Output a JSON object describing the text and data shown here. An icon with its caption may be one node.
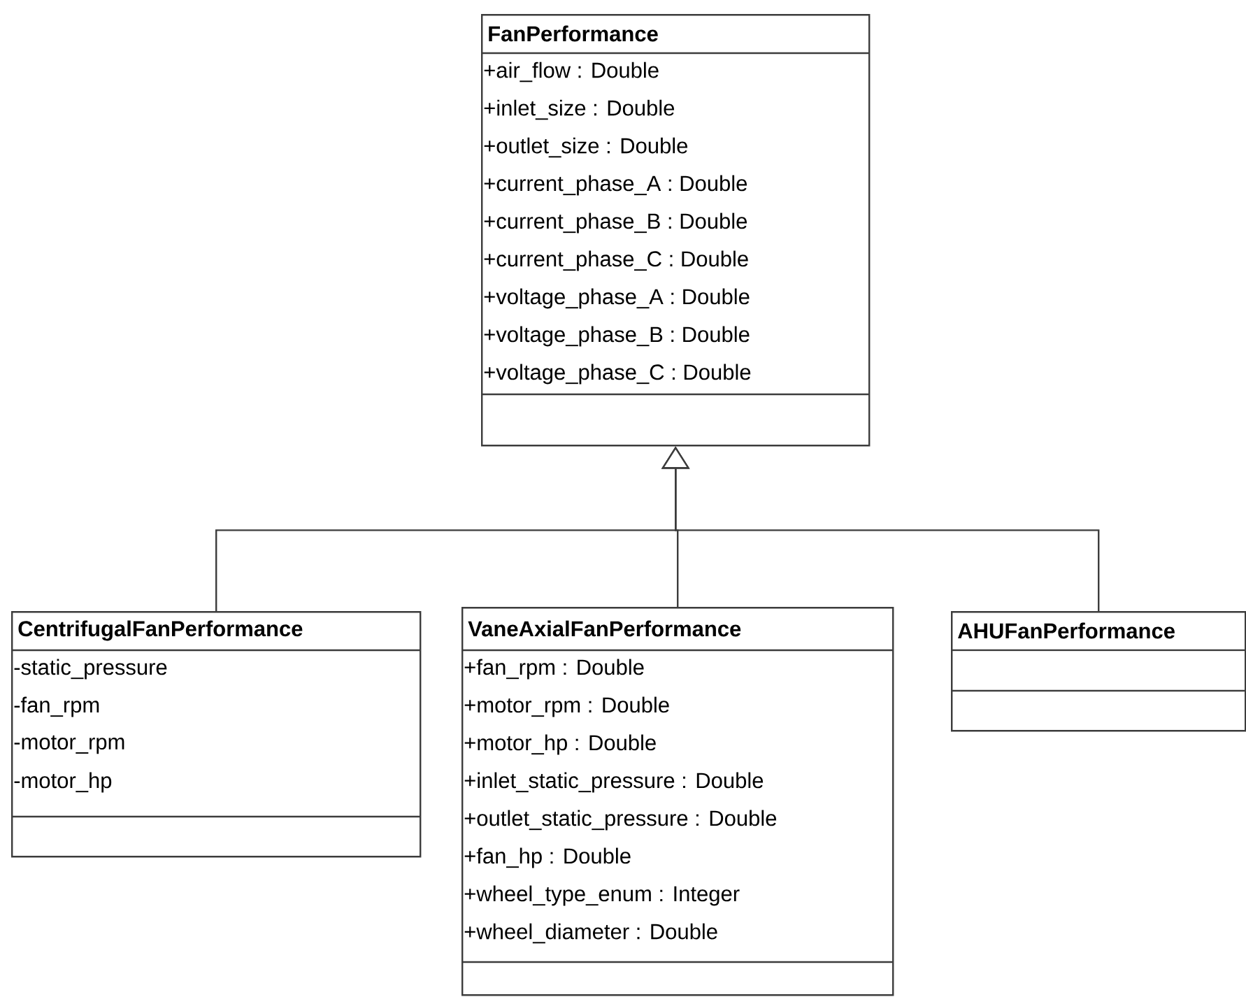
{
  "diagram": {
    "nodes": [
      {
        "text": [
          "FanPerformance",
          "+air_flow : Double",
          "+inlet_size : Double",
          "+outlet_size : Double",
          "+current_phase_A : Double",
          "+current_phase_B : Double",
          "+current_phase_C : Double",
          "+voltage_phase_A : Double",
          "+voltage_phase_B : Double",
          "+voltage_phase_C : Double"
        ]
      },
      {
        "text": [
          "CentrifugalFanPerformance",
          "-static_pressure",
          "-fan_rpm",
          "-motor_rpm",
          "-motor_hp"
        ]
      },
      {
        "text": [
          "VaneAxialFanPerformance",
          "+fan_rpm : Double",
          "+motor_rpm : Double",
          "+motor_hp : Double",
          "+inlet_static_pressure : Double",
          "+outlet_static_pressure : Double",
          "+fan_hp : Double",
          "+wheel_type_enum : Integer",
          "+wheel_diameter : Double"
        ]
      },
      {
        "text": [
          "AHUFanPerformance"
        ]
      }
    ],
    "edges": [
      {
        "from": 1,
        "to": 0,
        "arrow": "to"
      },
      {
        "from": 2,
        "to": 0,
        "arrow": "to"
      },
      {
        "from": 3,
        "to": 0,
        "arrow": "to"
      }
    ]
  }
}
